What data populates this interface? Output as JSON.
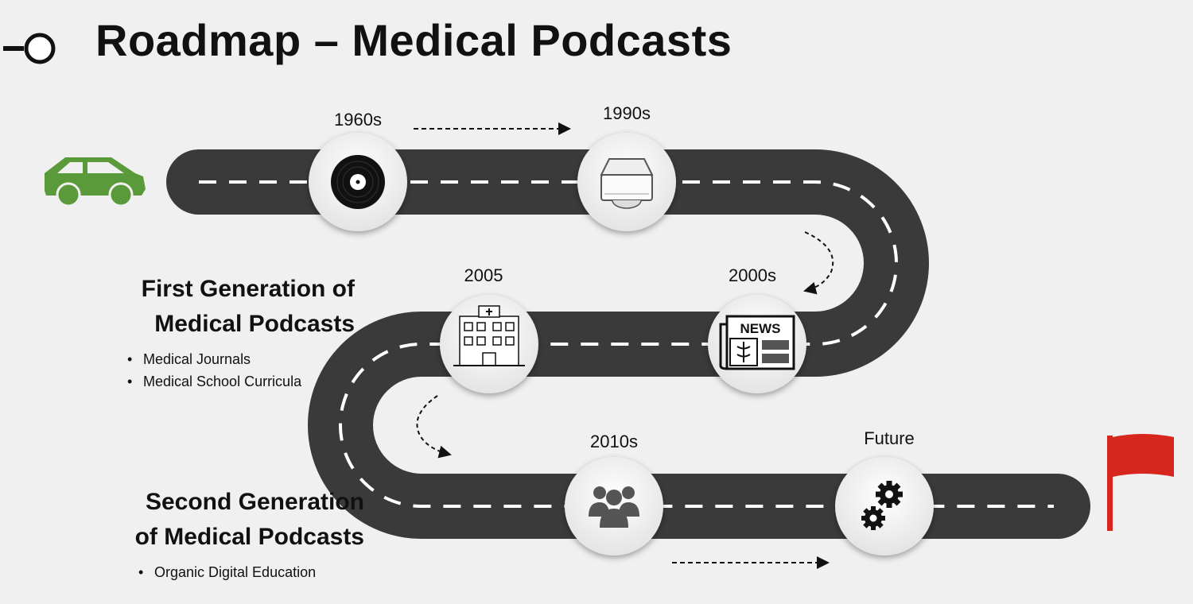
{
  "title": "Roadmap – Medical Podcasts",
  "milestones": [
    {
      "year": "1960s",
      "icon": "vinyl-record-icon"
    },
    {
      "year": "1990s",
      "icon": "cd-drive-icon"
    },
    {
      "year": "2000s",
      "icon": "newspaper-icon",
      "icon_text": "NEWS"
    },
    {
      "year": "2005",
      "icon": "hospital-icon"
    },
    {
      "year": "2010s",
      "icon": "people-group-icon"
    },
    {
      "year": "Future",
      "icon": "gears-icon"
    }
  ],
  "first_generation": {
    "heading_line1": "First Generation of",
    "heading_line2": "Medical Podcasts",
    "items": [
      "Medical Journals",
      "Medical School Curricula"
    ]
  },
  "second_generation": {
    "heading_line1": "Second Generation",
    "heading_line2": "of Medical Podcasts",
    "items": [
      "Organic Digital Education"
    ]
  },
  "colors": {
    "road": "#3a3a3a",
    "road_dash": "#ffffff",
    "car": "#5a9a3a",
    "flag": "#d7261e",
    "background": "#f0f0f0"
  }
}
